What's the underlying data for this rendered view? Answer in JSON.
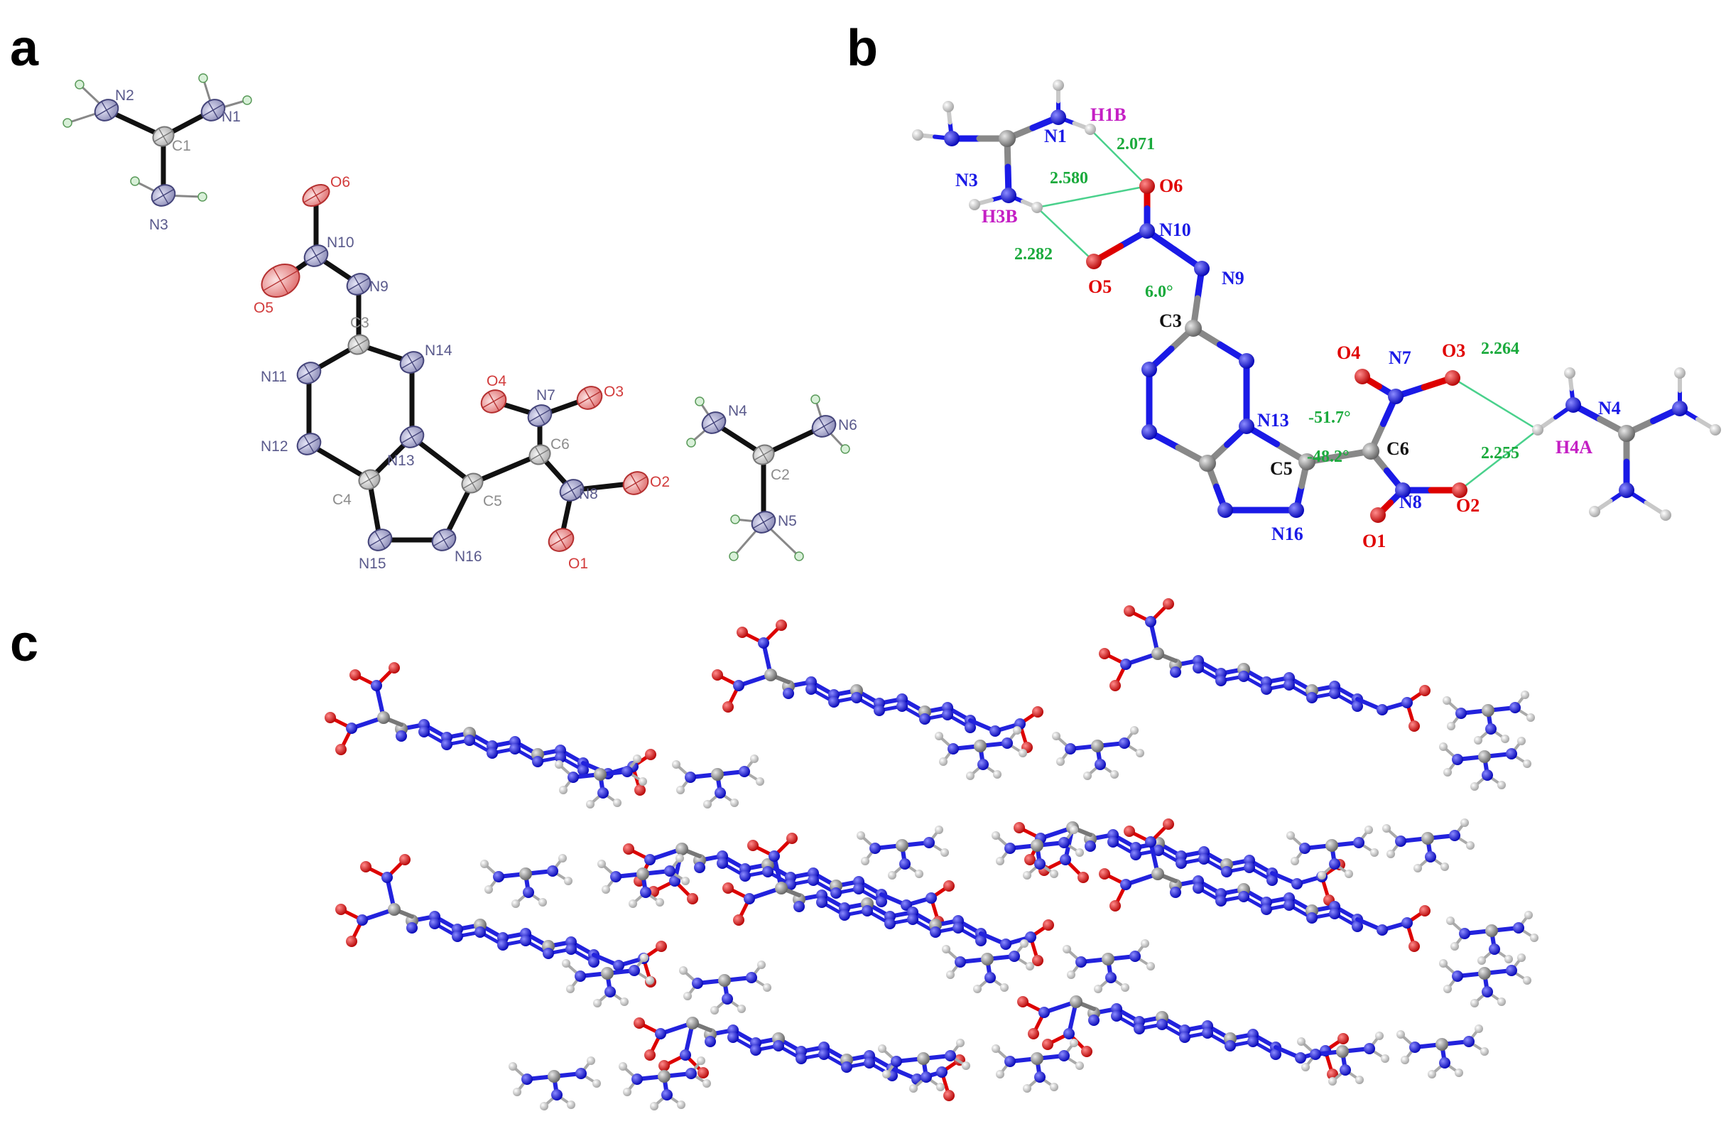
{
  "panels": {
    "a": {
      "label": "a",
      "atoms": [
        {
          "id": "N2",
          "el": "N"
        },
        {
          "id": "C1",
          "el": "C"
        },
        {
          "id": "N1",
          "el": "N"
        },
        {
          "id": "N3",
          "el": "N"
        },
        {
          "id": "O6",
          "el": "O"
        },
        {
          "id": "N10",
          "el": "N"
        },
        {
          "id": "O5",
          "el": "O"
        },
        {
          "id": "N9",
          "el": "N"
        },
        {
          "id": "C3",
          "el": "C"
        },
        {
          "id": "N14",
          "el": "N"
        },
        {
          "id": "N11",
          "el": "N"
        },
        {
          "id": "N12",
          "el": "N"
        },
        {
          "id": "N13",
          "el": "N"
        },
        {
          "id": "C4",
          "el": "C"
        },
        {
          "id": "C5",
          "el": "C"
        },
        {
          "id": "N15",
          "el": "N"
        },
        {
          "id": "N16",
          "el": "N"
        },
        {
          "id": "O4",
          "el": "O"
        },
        {
          "id": "N7",
          "el": "N"
        },
        {
          "id": "O3",
          "el": "O"
        },
        {
          "id": "C6",
          "el": "C"
        },
        {
          "id": "N8",
          "el": "N"
        },
        {
          "id": "O2",
          "el": "O"
        },
        {
          "id": "O1",
          "el": "O"
        },
        {
          "id": "N4",
          "el": "N"
        },
        {
          "id": "N6",
          "el": "N"
        },
        {
          "id": "C2",
          "el": "C"
        },
        {
          "id": "N5",
          "el": "N"
        }
      ]
    },
    "b": {
      "label": "b",
      "atom_labels": [
        {
          "text": "N1",
          "el": "N"
        },
        {
          "text": "H1B",
          "el": "H"
        },
        {
          "text": "N3",
          "el": "N"
        },
        {
          "text": "H3B",
          "el": "H"
        },
        {
          "text": "O6",
          "el": "O"
        },
        {
          "text": "N10",
          "el": "N"
        },
        {
          "text": "O5",
          "el": "O"
        },
        {
          "text": "N9",
          "el": "N"
        },
        {
          "text": "C3",
          "el": "C"
        },
        {
          "text": "N13",
          "el": "N"
        },
        {
          "text": "C5",
          "el": "C"
        },
        {
          "text": "N16",
          "el": "N"
        },
        {
          "text": "C6",
          "el": "C"
        },
        {
          "text": "O4",
          "el": "O"
        },
        {
          "text": "N7",
          "el": "N"
        },
        {
          "text": "O3",
          "el": "O"
        },
        {
          "text": "N8",
          "el": "N"
        },
        {
          "text": "O2",
          "el": "O"
        },
        {
          "text": "O1",
          "el": "O"
        },
        {
          "text": "N4",
          "el": "N"
        },
        {
          "text": "H4A",
          "el": "H"
        }
      ],
      "hbond_distances": [
        "2.071",
        "2.580",
        "2.282",
        "2.264",
        "2.255"
      ],
      "angles": [
        "6.0°",
        "-51.7°",
        "-48.2°"
      ]
    },
    "c": {
      "label": "c",
      "description_atoms": [
        "C",
        "N",
        "O",
        "H"
      ]
    }
  },
  "colors": {
    "N_label_a": "#5a5a8c",
    "O_label_a": "#d23c3c",
    "C_label_a": "#8c8c8c",
    "N": "#1a1ae6",
    "O": "#e00000",
    "C": "#7d7d7d",
    "H": "#dcdcdc",
    "N_label_b": "#1a1ae6",
    "O_label_b": "#e00000",
    "C_label_b": "#111111",
    "H_label_b": "#c41fc4",
    "hbond": "#4ad18c",
    "measure": "#1aaa3c",
    "bond_a": "#111111"
  }
}
